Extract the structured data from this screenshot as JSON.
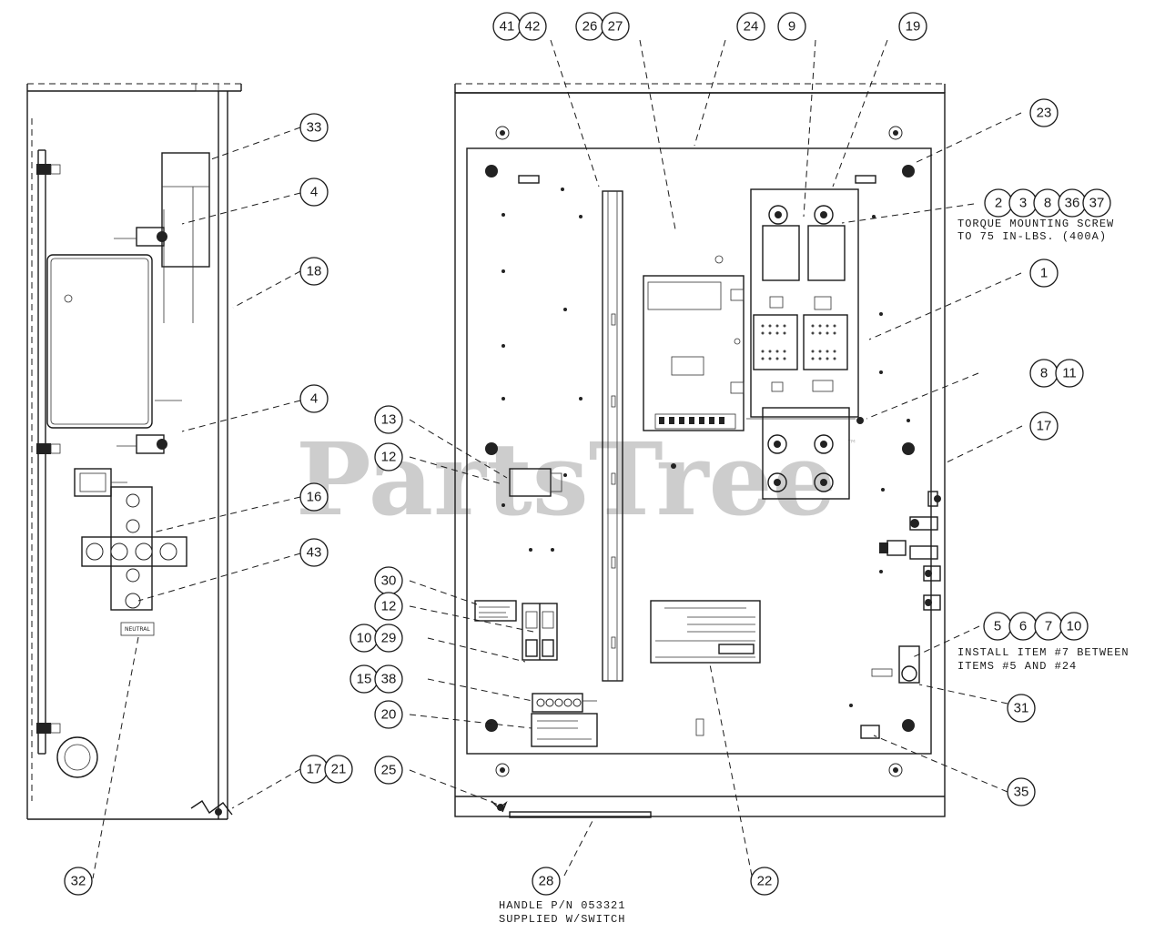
{
  "watermark": {
    "text": "PartsTree",
    "mark": "™"
  },
  "notes": {
    "torque_line1": "TORQUE MOUNTING SCREW",
    "torque_line2": "TO 75 IN-LBS. (400A)",
    "install_line1": "INSTALL ITEM #7 BETWEEN",
    "install_line2": "ITEMS #5 AND #24",
    "handle_line1": "HANDLE P/N 053321",
    "handle_line2": "SUPPLIED W/SWITCH"
  },
  "label_neutral": "NEUTRAL",
  "callouts": {
    "c33": "33",
    "c4a": "4",
    "c18": "18",
    "c4b": "4",
    "c16": "16",
    "c43": "43",
    "c17_21": "17",
    "c21": "21",
    "c32": "32",
    "c41": "41",
    "c42": "42",
    "c26": "26",
    "c27": "27",
    "c24": "24",
    "c9": "9",
    "c19": "19",
    "c23": "23",
    "c2": "2",
    "c3": "3",
    "c8a": "8",
    "c36": "36",
    "c37": "37",
    "c1": "1",
    "c8b": "8",
    "c11": "11",
    "c17": "17",
    "c13": "13",
    "c12a": "12",
    "c30": "30",
    "c12b": "12",
    "c10": "10",
    "c29": "29",
    "c15": "15",
    "c38": "38",
    "c20": "20",
    "c25": "25",
    "c28": "28",
    "c22": "22",
    "c5": "5",
    "c6": "6",
    "c7": "7",
    "c10b": "10",
    "c31": "31",
    "c35": "35"
  }
}
